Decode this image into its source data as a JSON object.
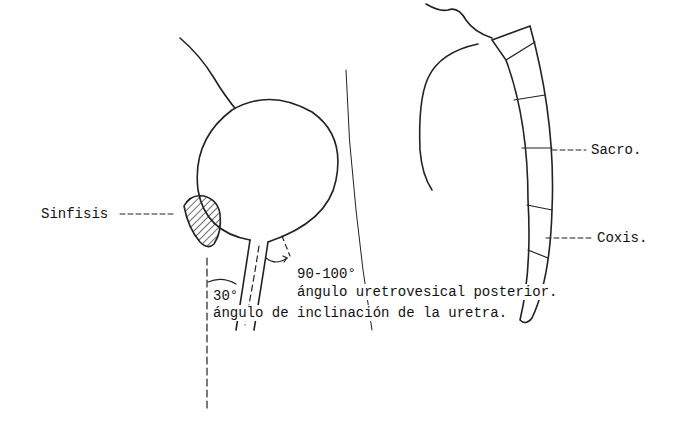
{
  "diagram": {
    "labels": [
      "Sacro.",
      "Coxis.",
      "Sinfisis",
      "90-100°",
      "ángulo uretrovesical posterior.",
      "30°",
      "ángulo de inclinación de la uretra."
    ]
  }
}
